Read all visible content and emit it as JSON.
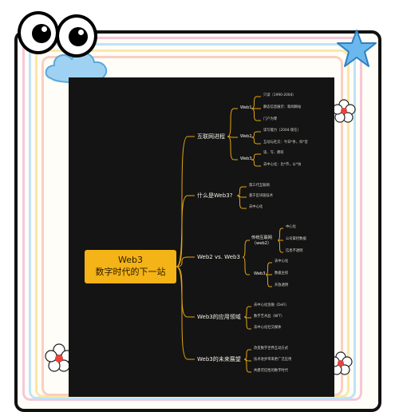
{
  "root": {
    "line1": "Web3",
    "line2": "数字时代的下一站"
  },
  "branches": [
    {
      "label": "互联网进程",
      "subs": [
        {
          "label": "Web1",
          "leaves": [
            "只读（1990-2004）",
            "静态信息展示：新闻网站",
            "门户为零"
          ]
        },
        {
          "label": "Web2",
          "leaves": [
            "读写能力（2004-现在）",
            "互动与社交：今日*条，抖*音"
          ]
        },
        {
          "label": "Web3",
          "leaves": [
            "读、写、拥有",
            "去中心化：比*币，以*坊"
          ]
        }
      ]
    },
    {
      "label": "什么是Web3?",
      "leaves": [
        "第三代互联网",
        "基于区块链技术",
        "去中心化"
      ]
    },
    {
      "label": "Web2 vs. Web3",
      "subs": [
        {
          "label": "传统互联网\n（web2）",
          "leaves": [
            "中心化",
            "公司掌控数据",
            "信息不透明"
          ]
        },
        {
          "label": "Web3",
          "leaves": [
            "去中心化",
            "数据主权",
            "开放透明"
          ]
        }
      ]
    },
    {
      "label": "Web3的应用领域",
      "leaves": [
        "去中心化金融（DeFi）",
        "数字艺术品（NFT）",
        "去中心化社交媒体"
      ]
    },
    {
      "label": "Web3的未来展望",
      "leaves": [
        "改变数字世界互动方式",
        "技术进步带来更广泛应用",
        "共建可信性的数字时代"
      ]
    }
  ],
  "colors": {
    "canvas": "#141414",
    "root": "#f4b316",
    "line": "#e2a514",
    "text": "#f1efe8"
  },
  "decor": {
    "eyes": "eyes-icon",
    "star": "star-icon",
    "flower": "flower-icon",
    "cloud": "cloud-icon"
  }
}
